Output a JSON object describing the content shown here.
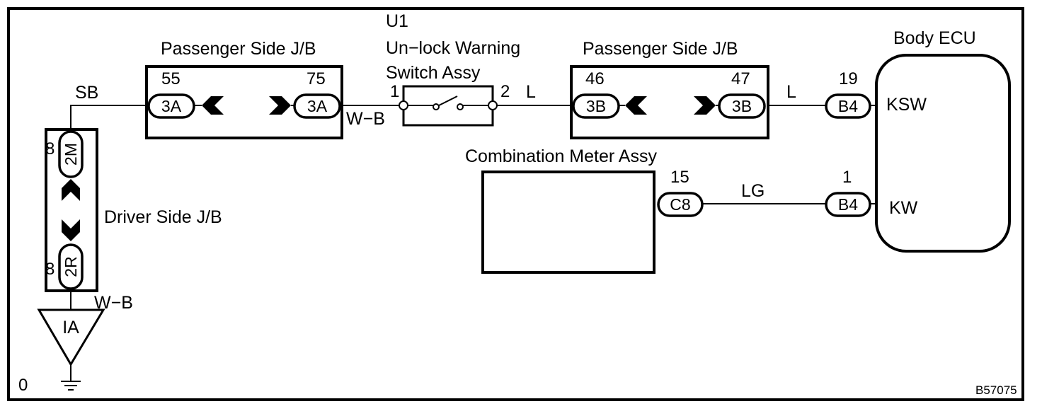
{
  "diagram": {
    "passenger_jb_left": {
      "title": "Passenger Side J/B",
      "pin_in": "55",
      "pin_out": "75",
      "conn_in": "3A",
      "conn_out": "3A"
    },
    "switch": {
      "code": "U1",
      "title_line1": "Un−lock Warning",
      "title_line2": "Switch Assy",
      "pin1": "1",
      "pin2": "2"
    },
    "passenger_jb_right": {
      "title": "Passenger Side J/B",
      "pin_in": "46",
      "pin_out": "47",
      "conn_in": "3B",
      "conn_out": "3B"
    },
    "body_ecu": {
      "title": "Body ECU",
      "term_ksw": "KSW",
      "term_kw": "KW",
      "pin_ksw": "19",
      "pin_kw": "1",
      "conn_ksw": "B4",
      "conn_kw": "B4"
    },
    "combination_meter": {
      "title": "Combination Meter Assy",
      "pin": "15",
      "conn": "C8"
    },
    "driver_jb": {
      "title": "Driver Side J/B",
      "pin_top": "8",
      "pin_bottom": "8",
      "conn_top": "2M",
      "conn_bottom": "2R"
    },
    "ground": {
      "code": "IA"
    },
    "wires": {
      "sb": "SB",
      "wb_switch": "W−B",
      "l_switch": "L",
      "l_ecu": "L",
      "lg": "LG",
      "wb_ground": "W−B"
    },
    "corner_label": "0",
    "figure_code": "B57075"
  }
}
